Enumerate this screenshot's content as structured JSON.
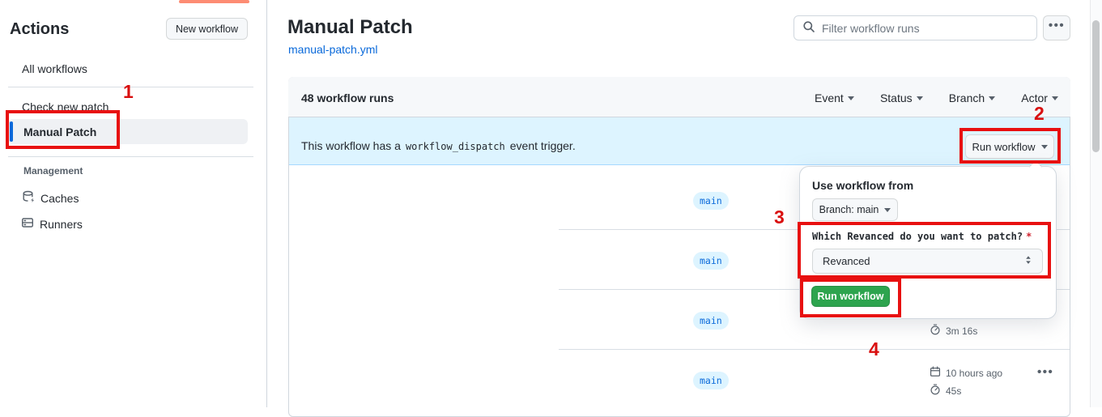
{
  "sidebar": {
    "title": "Actions",
    "new_workflow_button": "New workflow",
    "items": [
      {
        "label": "All workflows",
        "selected": false
      },
      {
        "label": "Check new patch",
        "selected": false
      },
      {
        "label": "Manual Patch",
        "selected": true
      }
    ],
    "management": {
      "label": "Management",
      "items": [
        {
          "label": "Caches",
          "icon": "cache-icon"
        },
        {
          "label": "Runners",
          "icon": "runners-icon"
        }
      ]
    }
  },
  "header": {
    "title": "Manual Patch",
    "file_link": "manual-patch.yml",
    "search_placeholder": "Filter workflow runs",
    "more_button": "kebab-horizontal-icon"
  },
  "runs_table": {
    "count_label": "48 workflow runs",
    "filters": [
      {
        "label": "Event"
      },
      {
        "label": "Status"
      },
      {
        "label": "Branch"
      },
      {
        "label": "Actor"
      }
    ],
    "banner": {
      "text_before": "This workflow has a",
      "code": "workflow_dispatch",
      "text_after": "event trigger.",
      "run_button": "Run workflow"
    },
    "rows": [
      {
        "branch": "main"
      },
      {
        "branch": "main"
      },
      {
        "branch": "main",
        "duration": "3m 16s"
      },
      {
        "branch": "main",
        "date": "10 hours ago",
        "duration": "45s"
      }
    ]
  },
  "run_dialog": {
    "heading": "Use workflow from",
    "branch_selector": "Branch: main",
    "input_label": "Which Revanced do you want to patch?",
    "required_marker": "*",
    "select_value": "Revanced",
    "submit_button": "Run workflow"
  },
  "annotations": {
    "steps": [
      "1",
      "2",
      "3",
      "4"
    ],
    "box_color": "#e81010"
  },
  "colors": {
    "accent": "#0969da",
    "accent_subtle": "#ddf4ff",
    "success": "#2da44e",
    "border": "#d0d7de",
    "canvas_subtle": "#f6f8fa",
    "tab_indicator": "#fd8c73",
    "muted_text": "#57606a"
  }
}
